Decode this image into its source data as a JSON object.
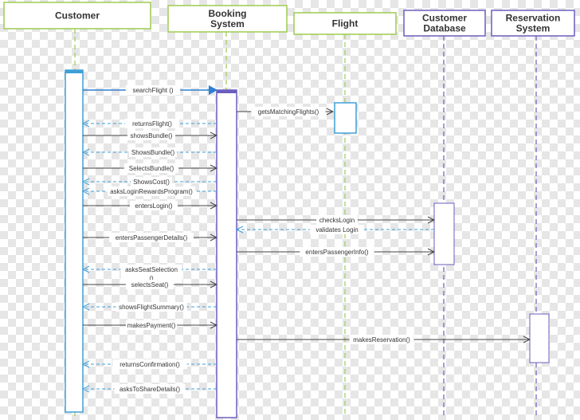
{
  "lifelines": [
    {
      "id": "customer",
      "title_lines": [
        "Customer"
      ],
      "header_color": "#9ecb50"
    },
    {
      "id": "booking",
      "title_lines": [
        "Booking",
        "System"
      ],
      "header_color": "#9ecb50"
    },
    {
      "id": "flight",
      "title_lines": [
        "Flight"
      ],
      "header_color": "#9ecb50"
    },
    {
      "id": "customer-db",
      "title_lines": [
        "Customer",
        "Database"
      ],
      "header_color": "#6a5fbf"
    },
    {
      "id": "reservation",
      "title_lines": [
        "Reservation",
        "System"
      ],
      "header_color": "#6a5fbf"
    }
  ],
  "messages": [
    {
      "label_lines": [
        "searchFlight ()"
      ],
      "from": "customer",
      "to": "booking",
      "kind": "call"
    },
    {
      "label_lines": [
        "getsMatchingFlights()"
      ],
      "from": "booking",
      "to": "flight",
      "kind": "call"
    },
    {
      "label_lines": [
        "returnsFlight()"
      ],
      "from": "booking",
      "to": "customer",
      "kind": "return"
    },
    {
      "label_lines": [
        "showsBundle()"
      ],
      "from": "customer",
      "to": "booking",
      "kind": "call"
    },
    {
      "label_lines": [
        "ShowsBundle()"
      ],
      "from": "booking",
      "to": "customer",
      "kind": "return"
    },
    {
      "label_lines": [
        "SelectsBundle()"
      ],
      "from": "customer",
      "to": "booking",
      "kind": "call"
    },
    {
      "label_lines": [
        "ShowsCost()"
      ],
      "from": "booking",
      "to": "customer",
      "kind": "return"
    },
    {
      "label_lines": [
        "asksLoginRewardsProgram()"
      ],
      "from": "booking",
      "to": "customer",
      "kind": "return"
    },
    {
      "label_lines": [
        "entersLogin()"
      ],
      "from": "customer",
      "to": "booking",
      "kind": "call"
    },
    {
      "label_lines": [
        "checksLogin"
      ],
      "from": "booking",
      "to": "customer-db",
      "kind": "call"
    },
    {
      "label_lines": [
        "validates Login"
      ],
      "from": "customer-db",
      "to": "booking",
      "kind": "return"
    },
    {
      "label_lines": [
        "entersPassengerDetails()"
      ],
      "from": "customer",
      "to": "booking",
      "kind": "call"
    },
    {
      "label_lines": [
        "entersPassengerInfo()"
      ],
      "from": "booking",
      "to": "customer-db",
      "kind": "call"
    },
    {
      "label_lines": [
        "asksSeatSelection",
        "()"
      ],
      "from": "booking",
      "to": "customer",
      "kind": "return"
    },
    {
      "label_lines": [
        "selectsSeat()"
      ],
      "from": "customer",
      "to": "booking",
      "kind": "call"
    },
    {
      "label_lines": [
        "showsFlightSummary()"
      ],
      "from": "booking",
      "to": "customer",
      "kind": "return"
    },
    {
      "label_lines": [
        "makesPayment()"
      ],
      "from": "customer",
      "to": "booking",
      "kind": "call"
    },
    {
      "label_lines": [
        "makesReservation()"
      ],
      "from": "booking",
      "to": "reservation",
      "kind": "call"
    },
    {
      "label_lines": [
        "returnsConfirmation()"
      ],
      "from": "booking",
      "to": "customer",
      "kind": "return"
    },
    {
      "label_lines": [
        "asksToShareDetails()"
      ],
      "from": "booking",
      "to": "customer",
      "kind": "return"
    }
  ]
}
